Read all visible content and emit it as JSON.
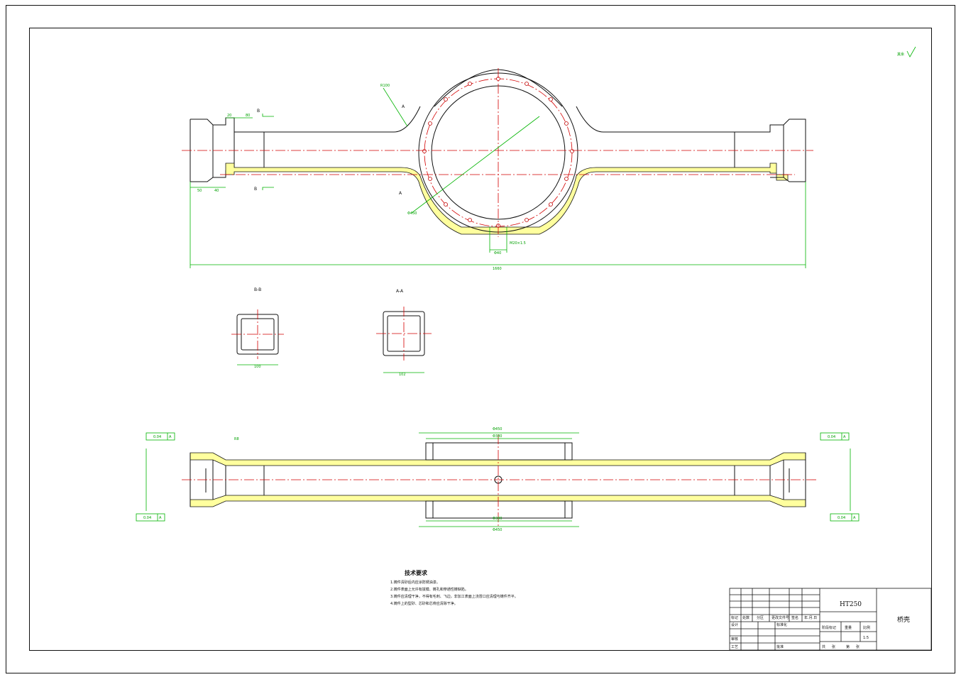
{
  "drawing": {
    "title_lines": [
      "HT250",
      "桥壳"
    ],
    "views": [
      {
        "name": "top",
        "labels": [
          "B",
          "B",
          "A",
          "A"
        ]
      },
      {
        "name": "section_bb",
        "label": "B-B"
      },
      {
        "name": "section_aa",
        "label": "A-A"
      },
      {
        "name": "bottom"
      }
    ],
    "dims": {
      "overall_length": "1660",
      "top_left_a": "20",
      "top_left_b": "80",
      "top_left_c": "50",
      "top_left_d": "40",
      "bolt": "M20×1.5",
      "bolt_pitch": "Φ40",
      "r_arc": "R100",
      "d_flange": "Φ450",
      "bb_width": "100",
      "aa_width": "102",
      "bot_a": "Φ450",
      "bot_b": "Φ380",
      "bot_c": "Φ380",
      "bot_d": "Φ450",
      "bot_r": "R8"
    },
    "tolerances": [
      "0.04",
      "A",
      "0.04",
      "A",
      "0.04",
      "A",
      "0.04",
      "A"
    ],
    "roughness_note": "其余"
  },
  "tech_requirements": {
    "heading": "技术要求",
    "items": [
      "1.铸件清砂后内应涂防锈油漆。",
      "2.铸件表面上允许有拔模、铸孔和穿通性铸缺陷。",
      "3.铸件应清理干净，不得有毛刺、飞边，非加工表面上浇冒口应清理与铸件齐平。",
      "4.铸件上的型砂、芯砂和芯骨应清除干净。"
    ]
  },
  "title_block": {
    "material": "HT250",
    "part_name": "桥壳",
    "row_labels": [
      "标记",
      "处数",
      "分区",
      "更改文件号",
      "签名",
      "年.月.日"
    ],
    "left_labels": [
      "设计",
      "标准化",
      "审核",
      "工艺",
      "批准"
    ],
    "stage_labels": [
      "阶段标记",
      "重量",
      "比例"
    ],
    "scale": "1:5",
    "sheets": [
      "共",
      "张",
      "第",
      "张"
    ]
  }
}
